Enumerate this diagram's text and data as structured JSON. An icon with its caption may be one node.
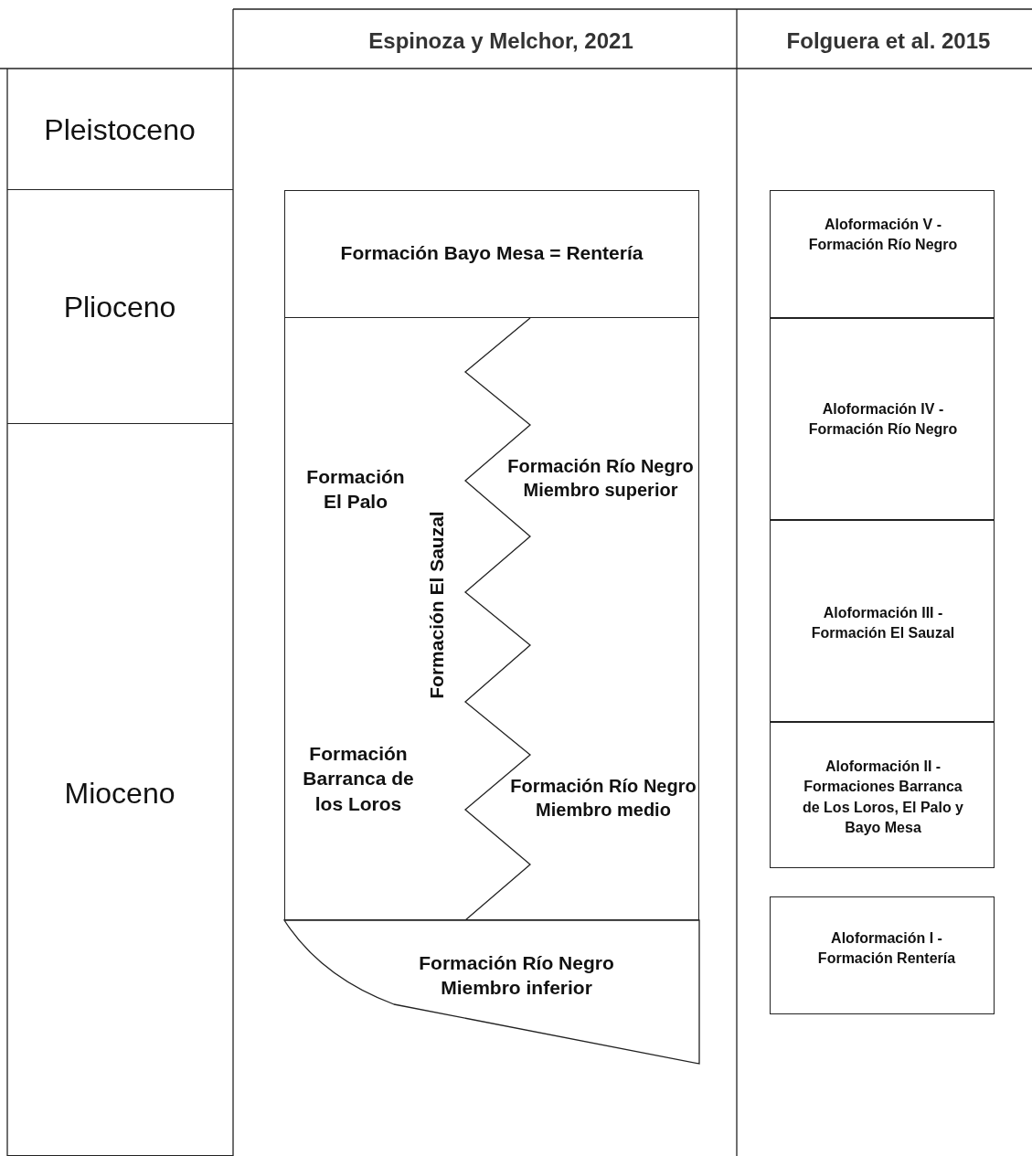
{
  "diagram": {
    "nodes": [
      {
        "text": [
          "Pleistoceno"
        ]
      },
      {
        "text": [
          "Plioceno"
        ]
      },
      {
        "text": [
          "Mioceno"
        ]
      },
      {
        "text": [
          "Formación Bayo Mesa = Rentería"
        ]
      },
      {
        "text": [
          "Formación El Palo",
          "Formación El Sauzal",
          "Formación Río Negro Miembro superior",
          "Formación Barranca de los Loros",
          "Formación Río Negro Miembro medio"
        ]
      },
      {
        "text": [
          "Formación Río Negro Miembro inferior"
        ]
      },
      {
        "text": [
          "Aloformación V - Formación Río Negro"
        ]
      },
      {
        "text": [
          "Aloformación IV - Formación Río Negro"
        ]
      },
      {
        "text": [
          "Aloformación III - Formación El Sauzal"
        ]
      },
      {
        "text": [
          "Aloformación II - Formaciones Barranca de Los Loros, El Palo y Bayo Mesa"
        ]
      },
      {
        "text": [
          "Aloformación I - Formación Rentería"
        ]
      }
    ],
    "labels": [
      "Espinoza y Melchor, 2021",
      "Folguera et al. 2015"
    ]
  }
}
